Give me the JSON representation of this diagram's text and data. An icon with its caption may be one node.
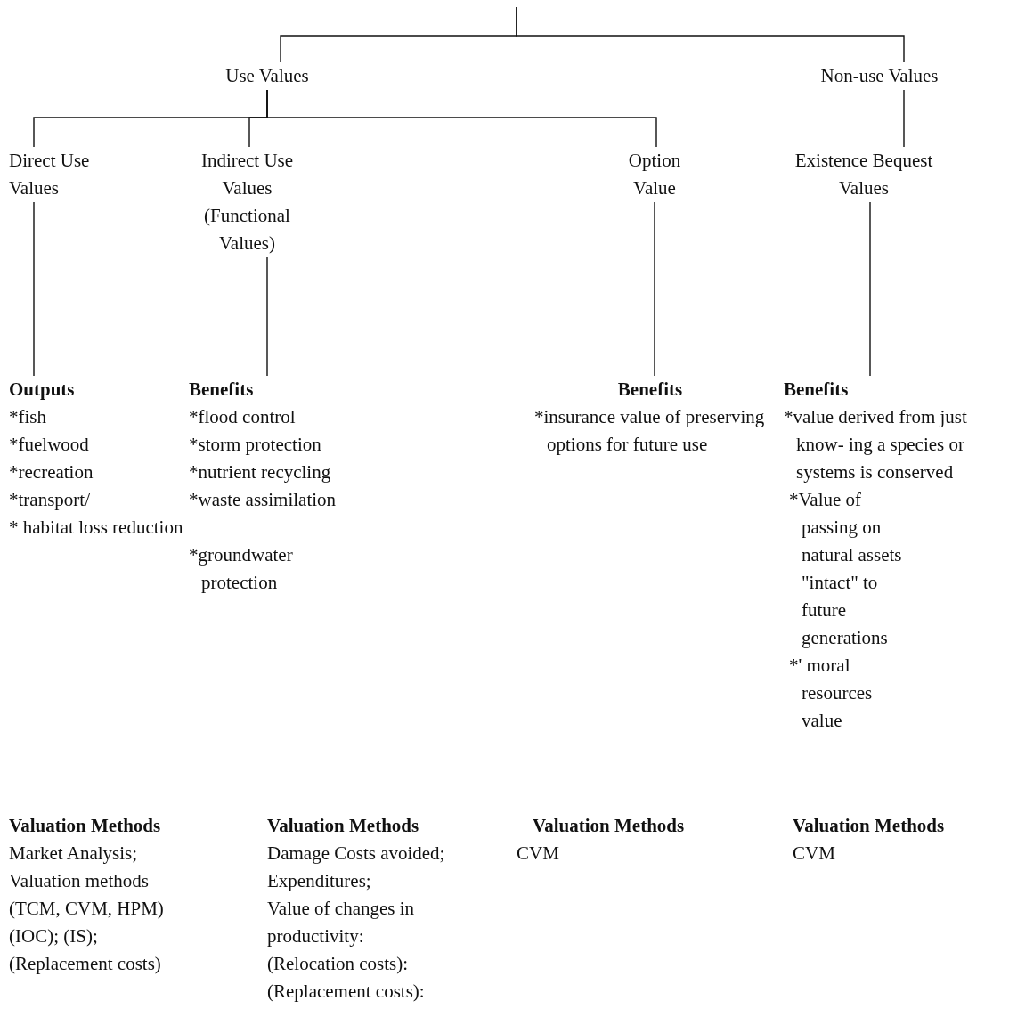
{
  "diagram": {
    "nodes": [
      {
        "text": [
          "Use Values"
        ]
      },
      {
        "text": [
          "Non-use Values"
        ]
      },
      {
        "text": [
          "Direct Use Values"
        ]
      },
      {
        "text": [
          "Indirect Use Values (Functional Values)"
        ]
      },
      {
        "text": [
          "Option Value"
        ]
      },
      {
        "text": [
          "Existence Bequest Values"
        ]
      },
      {
        "text": [
          "Outputs",
          "*fish",
          "*fuelwood",
          "*recreation",
          "*transport/",
          "* habitat loss reduction"
        ]
      },
      {
        "text": [
          "Benefits",
          "*flood control",
          "*storm protection",
          "*nutrient recycling",
          "*waste assimilation",
          "*groundwater protection"
        ]
      },
      {
        "text": [
          "Benefits",
          "*insurance value of preserving options for future use"
        ]
      },
      {
        "text": [
          "Benefits",
          "*value derived from just know- ing a species or systems is conserved",
          "*Value of passing on natural assets \"intact\" to future generations",
          "*' moral resources value"
        ]
      }
    ],
    "edges": [
      {
        "from": null,
        "to": 0,
        "arrow": "none"
      },
      {
        "from": null,
        "to": 1,
        "arrow": "none"
      },
      {
        "from": 0,
        "to": 2,
        "arrow": "none"
      },
      {
        "from": 0,
        "to": 3,
        "arrow": "none"
      },
      {
        "from": 0,
        "to": 4,
        "arrow": "none"
      },
      {
        "from": 1,
        "to": 5,
        "arrow": "none"
      },
      {
        "from": 2,
        "to": 6,
        "arrow": "none"
      },
      {
        "from": 3,
        "to": 7,
        "arrow": "none"
      },
      {
        "from": 4,
        "to": 8,
        "arrow": "none"
      },
      {
        "from": 5,
        "to": 9,
        "arrow": "none"
      }
    ],
    "labels": [
      "Valuation Methods",
      "Market Analysis;",
      "Valuation methods",
      "(TCM, CVM, HPM)",
      "(IOC); (IS);",
      "(Replacement costs)",
      "Valuation Methods",
      "Damage Costs avoided;",
      "Expenditures;",
      "Value of changes in",
      "productivity:",
      "(Relocation costs):",
      "(Replacement costs):",
      "Valuation Methods",
      "CVM",
      "Valuation Methods",
      "CVM"
    ]
  }
}
